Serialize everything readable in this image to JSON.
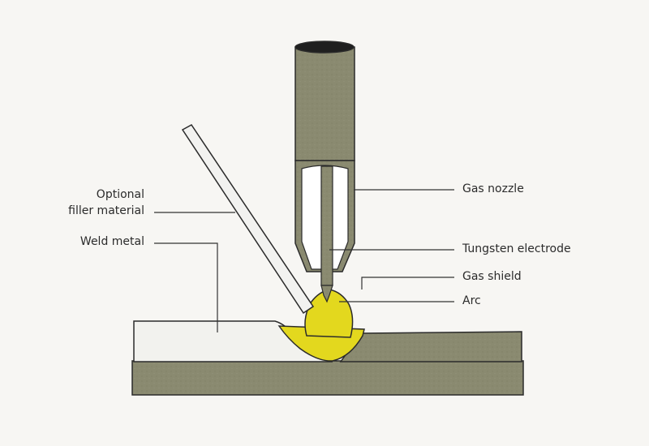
{
  "labels": {
    "optional_filler_line1": "Optional",
    "optional_filler_line2": "filler material",
    "weld_metal": "Weld metal",
    "gas_nozzle": "Gas nozzle",
    "tungsten_electrode": "Tungsten electrode",
    "gas_shield": "Gas shield",
    "arc": "Arc"
  },
  "colors": {
    "background": "#f7f6f3",
    "metal": "#8a8a70",
    "weld_pool": "#e3d81e",
    "filler_rod": "#f2f2f0",
    "outline": "#2b2b2b",
    "leader_line": "#333333"
  }
}
